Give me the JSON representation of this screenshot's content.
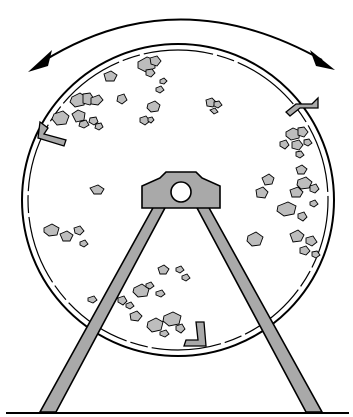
{
  "diagram": {
    "subject": "rotating-drum-with-rocks-on-stand",
    "colors": {
      "stroke": "#000000",
      "rock_fill": "#b8b8b8",
      "stand_fill": "#a9a9a9",
      "background": "#ffffff"
    },
    "elements": [
      "rotation-arrow",
      "drum-outer-rim",
      "drum-inner-rim",
      "lifter-vanes",
      "rock-fragments",
      "stand-legs",
      "axle-hub",
      "ground-line"
    ]
  }
}
